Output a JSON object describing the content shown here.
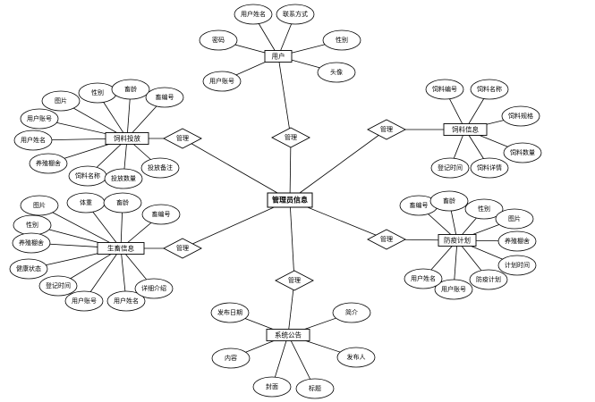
{
  "center": {
    "label": "管理员信息"
  },
  "clusters": [
    {
      "id": "user",
      "entity": "用户",
      "relation": "管理",
      "attributes": [
        "用户姓名",
        "联系方式",
        "性别",
        "头像",
        "用户账号",
        "密码"
      ]
    },
    {
      "id": "feed-distribution",
      "entity": "饲料投放",
      "relation": "管理",
      "attributes": [
        "图片",
        "性别",
        "畜龄",
        "畜编号",
        "用户账号",
        "用户姓名",
        "养殖棚舍",
        "饲料名称",
        "投放数量",
        "投放备注"
      ]
    },
    {
      "id": "feed-info",
      "entity": "饲料信息",
      "relation": "管理",
      "attributes": [
        "饲料编号",
        "饲料名称",
        "饲料规格",
        "饲料数量",
        "饲料详情",
        "登记时间"
      ]
    },
    {
      "id": "livestock-info",
      "entity": "生畜信息",
      "relation": "管理",
      "attributes": [
        "图片",
        "体重",
        "畜龄",
        "畜编号",
        "性别",
        "养殖棚舍",
        "健康状态",
        "登记时间",
        "用户账号",
        "用户姓名",
        "详细介绍"
      ]
    },
    {
      "id": "epidemic-plan",
      "entity": "防疫计划",
      "relation": "管理",
      "attributes": [
        "畜编号",
        "畜龄",
        "性别",
        "图片",
        "养殖棚舍",
        "计划时间",
        "防疫计划",
        "用户账号",
        "用户姓名"
      ]
    },
    {
      "id": "announcement",
      "entity": "系统公告",
      "relation": "管理",
      "attributes": [
        "发布日期",
        "简介",
        "内容",
        "发布人",
        "封面",
        "标题"
      ]
    }
  ]
}
